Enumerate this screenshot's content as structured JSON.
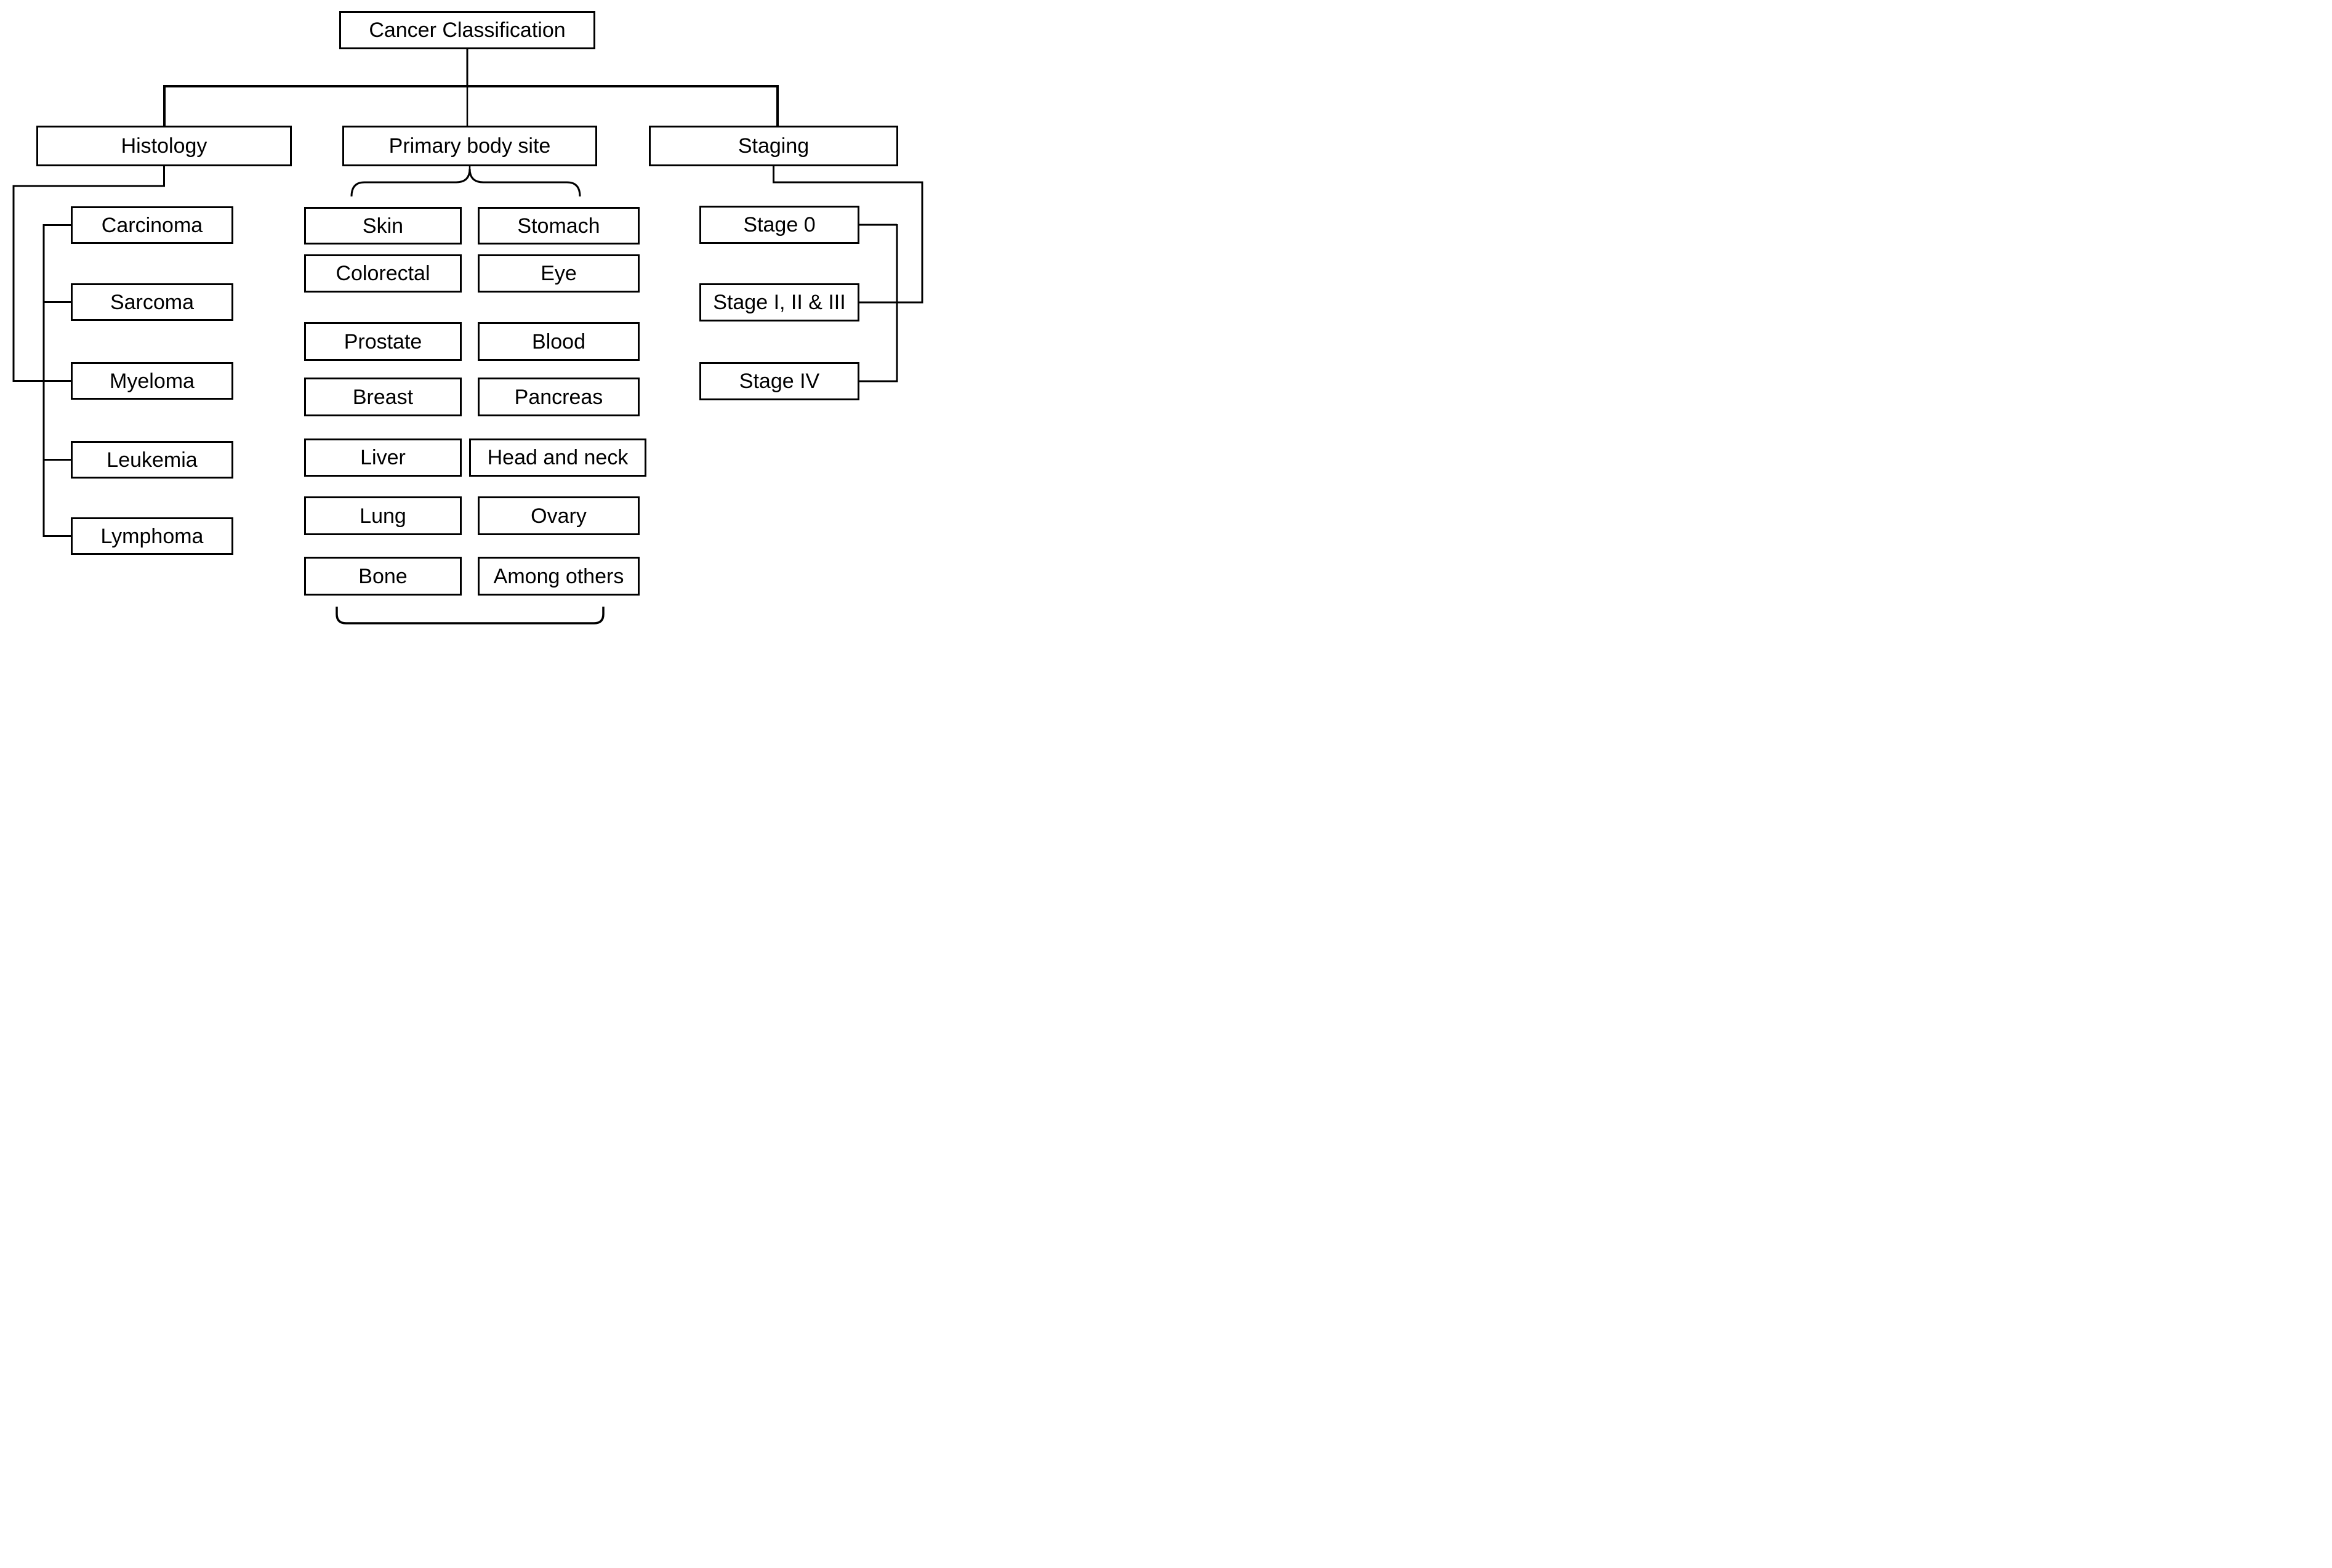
{
  "diagram": {
    "root": {
      "label": "Cancer Classification"
    },
    "branches": {
      "histology": {
        "label": "Histology",
        "children": [
          "Carcinoma",
          "Sarcoma",
          "Myeloma",
          "Leukemia",
          "Lymphoma"
        ]
      },
      "primary_body_site": {
        "label": "Primary body site",
        "left_column": [
          "Skin",
          "Colorectal",
          "Prostate",
          "Breast",
          "Liver",
          "Lung",
          "Bone"
        ],
        "right_column": [
          "Stomach",
          "Eye",
          "Blood",
          "Pancreas",
          "Head and neck",
          "Ovary",
          "Among others"
        ]
      },
      "staging": {
        "label": "Staging",
        "children": [
          "Stage 0",
          "Stage I, II & III",
          "Stage IV"
        ]
      }
    },
    "colors": {
      "line": "#000000",
      "background": "#ffffff",
      "box_fill": "#ffffff"
    }
  }
}
